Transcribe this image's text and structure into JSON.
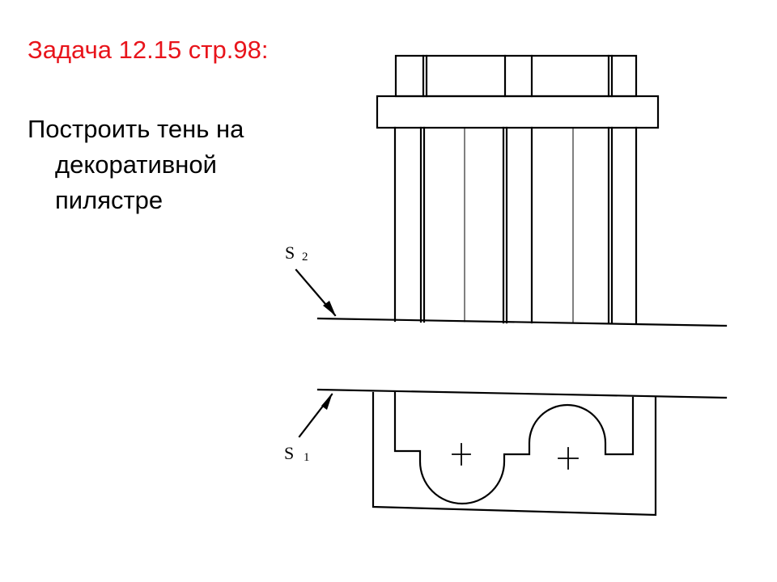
{
  "title": "Задача 12.15 стр.98:",
  "task": "Построить тень на декоративной пилястре",
  "labels": {
    "s2_letter": "S",
    "s2_index": "2",
    "s1_letter": "S",
    "s1_index": "1"
  },
  "colors": {
    "title": "#e8141b",
    "text": "#000000",
    "line": "#000000"
  }
}
